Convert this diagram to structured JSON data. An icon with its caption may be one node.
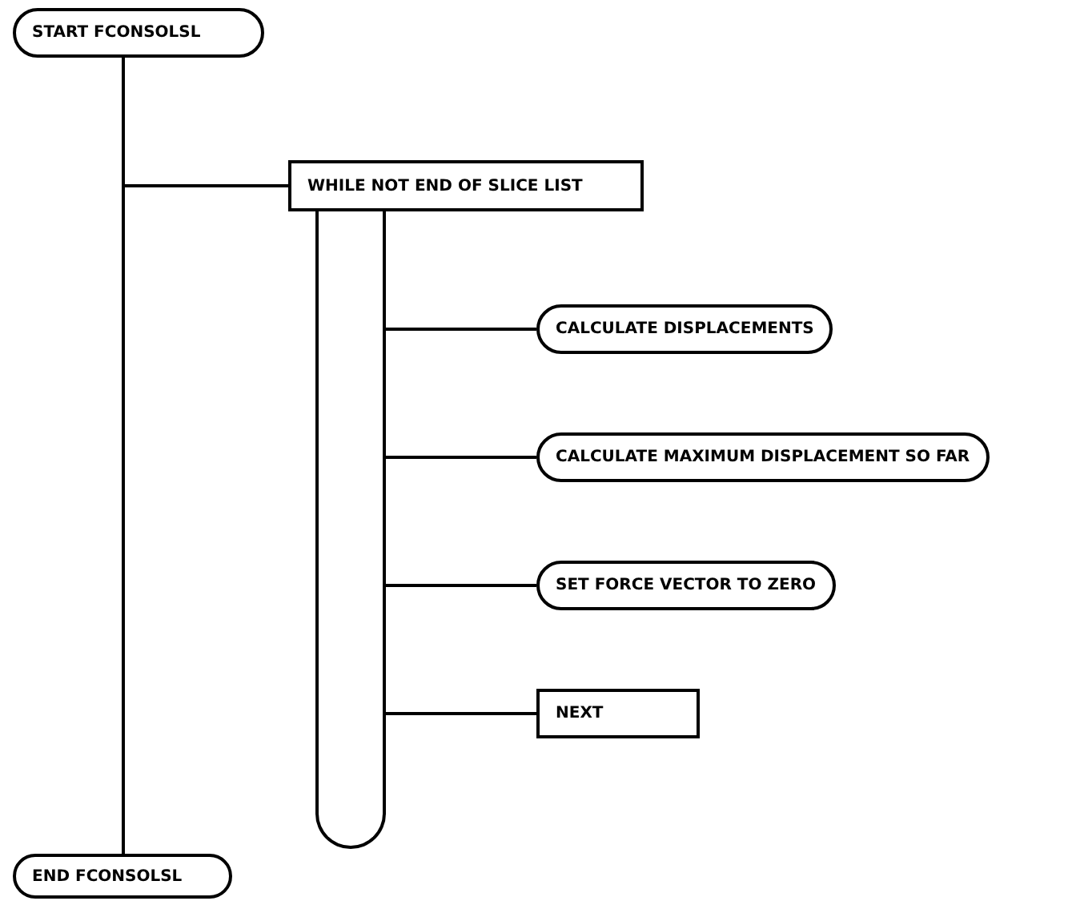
{
  "diagram": {
    "nodes": [
      {
        "text": [
          "START FCONSOLSL"
        ]
      },
      {
        "text": [
          "WHILE NOT END OF SLICE LIST"
        ]
      },
      {
        "text": [],
        "shape": "bar"
      },
      {
        "text": [
          "CALCULATE DISPLACEMENTS"
        ]
      },
      {
        "text": [
          "CALCULATE MAXIMUM DISPLACEMENT SO FAR"
        ]
      },
      {
        "text": [
          "SET FORCE VECTOR TO ZERO"
        ]
      },
      {
        "text": [
          "NEXT"
        ]
      },
      {
        "text": [
          "END FCONSOLSL"
        ]
      }
    ],
    "edges": [
      {
        "from": 0,
        "to": 7,
        "arrow": "none"
      },
      {
        "from": 0,
        "to": 1,
        "arrow": "none"
      },
      {
        "from": 2,
        "to": 3,
        "arrow": "none"
      },
      {
        "from": 2,
        "to": 4,
        "arrow": "none"
      },
      {
        "from": 2,
        "to": 5,
        "arrow": "none"
      },
      {
        "from": 2,
        "to": 6,
        "arrow": "none"
      }
    ]
  }
}
